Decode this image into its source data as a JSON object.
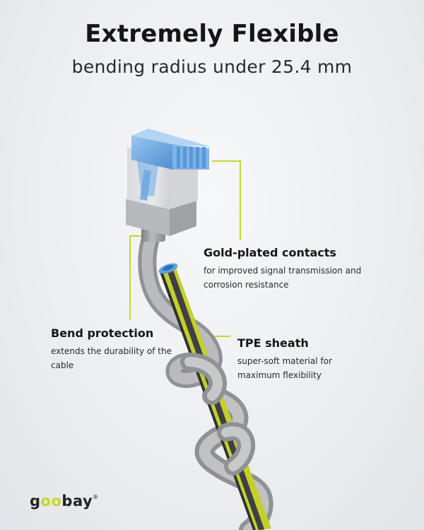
{
  "header": {
    "title": "Extremely Flexible",
    "subtitle": "bending radius under 25.4 mm"
  },
  "callouts": {
    "gold_plated": {
      "heading": "Gold-plated contacts",
      "text": "for improved signal transmission and corrosion resistance"
    },
    "bend_protection": {
      "heading": "Bend protection",
      "text": "extends the durability of the cable"
    },
    "tpe_sheath": {
      "heading": "TPE sheath",
      "text": "super-soft material for maximum flexibility"
    }
  },
  "logo": {
    "text_start": "g",
    "text_accent": "oo",
    "text_end": "bay",
    "mark": "®"
  },
  "colors": {
    "accent_line": "#c7d62a",
    "cable_grey": "#9ea0a2",
    "cable_yellow": "#c4cf2c",
    "connector_blue": "#6aa8e0"
  },
  "icons": [
    "rj45-connector-illustration",
    "cable-illustration",
    "goobay-logo"
  ]
}
